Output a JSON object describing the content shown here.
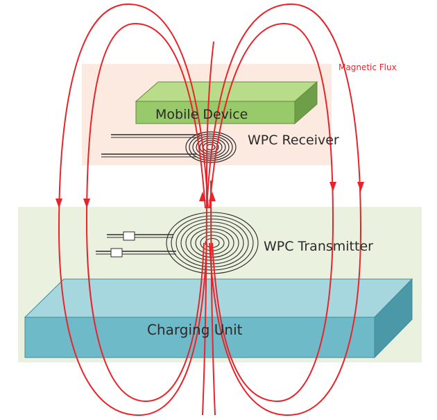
{
  "labels": {
    "flux": "Magnetic Flux",
    "mobile": "Mobile Device",
    "receiver": "WPC Receiver",
    "transmitter": "WPC Transmitter",
    "charging": "Charging Unit"
  },
  "colors": {
    "flux": "#e8242a",
    "receiver_zone": "#fbe6dc",
    "transmitter_zone": "#e8f1dc",
    "mobile_top": "#b9dc8a",
    "mobile_front": "#98c96a",
    "mobile_side": "#6f9e48",
    "charging_top": "#a6d7de",
    "charging_front": "#6fbac8",
    "charging_side": "#4b99a8",
    "coil": "#2b2b2b"
  },
  "icons": {
    "receiver_coil": "spiral-coil-icon",
    "transmitter_coil": "spiral-coil-icon"
  }
}
